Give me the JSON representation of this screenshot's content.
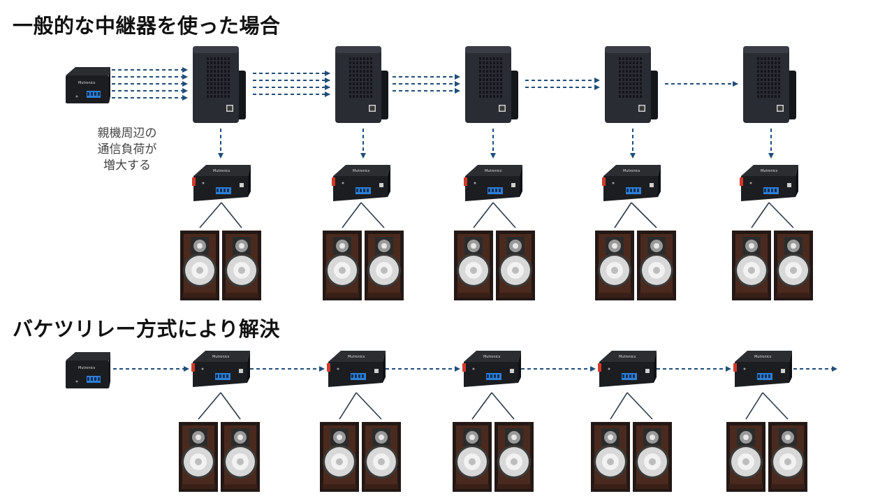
{
  "headings": {
    "top": "一般的な中継器を使った場合",
    "bottom": "バケツリレー方式により解決"
  },
  "note": {
    "line1": "親機周辺の",
    "line2": "通信負荷が",
    "line3": "増大する"
  },
  "device_brand": "Mutronics",
  "colors": {
    "arrow": "#1f4e79",
    "device_body": "#1c1d20",
    "device_top": "#2b2d31",
    "terminal_blue": "#2f7fd4",
    "terminal_red": "#d23a2a",
    "repeater_body": "#2a2c33",
    "speaker_wood": "#4a2a1e",
    "speaker_frame": "#231815",
    "speaker_woofer": "#d8d8d8",
    "line": "#2a3a48"
  },
  "icons": {
    "hub": "network-hub-icon",
    "repeater": "wifi-repeater-icon",
    "receiver": "audio-receiver-icon",
    "speaker": "speaker-icon"
  },
  "scenario_top": {
    "arrow_counts": [
      5,
      4,
      3,
      2,
      1
    ]
  },
  "scenario_bottom": {
    "arrow_counts": [
      1,
      1,
      1,
      1,
      1,
      1
    ]
  }
}
